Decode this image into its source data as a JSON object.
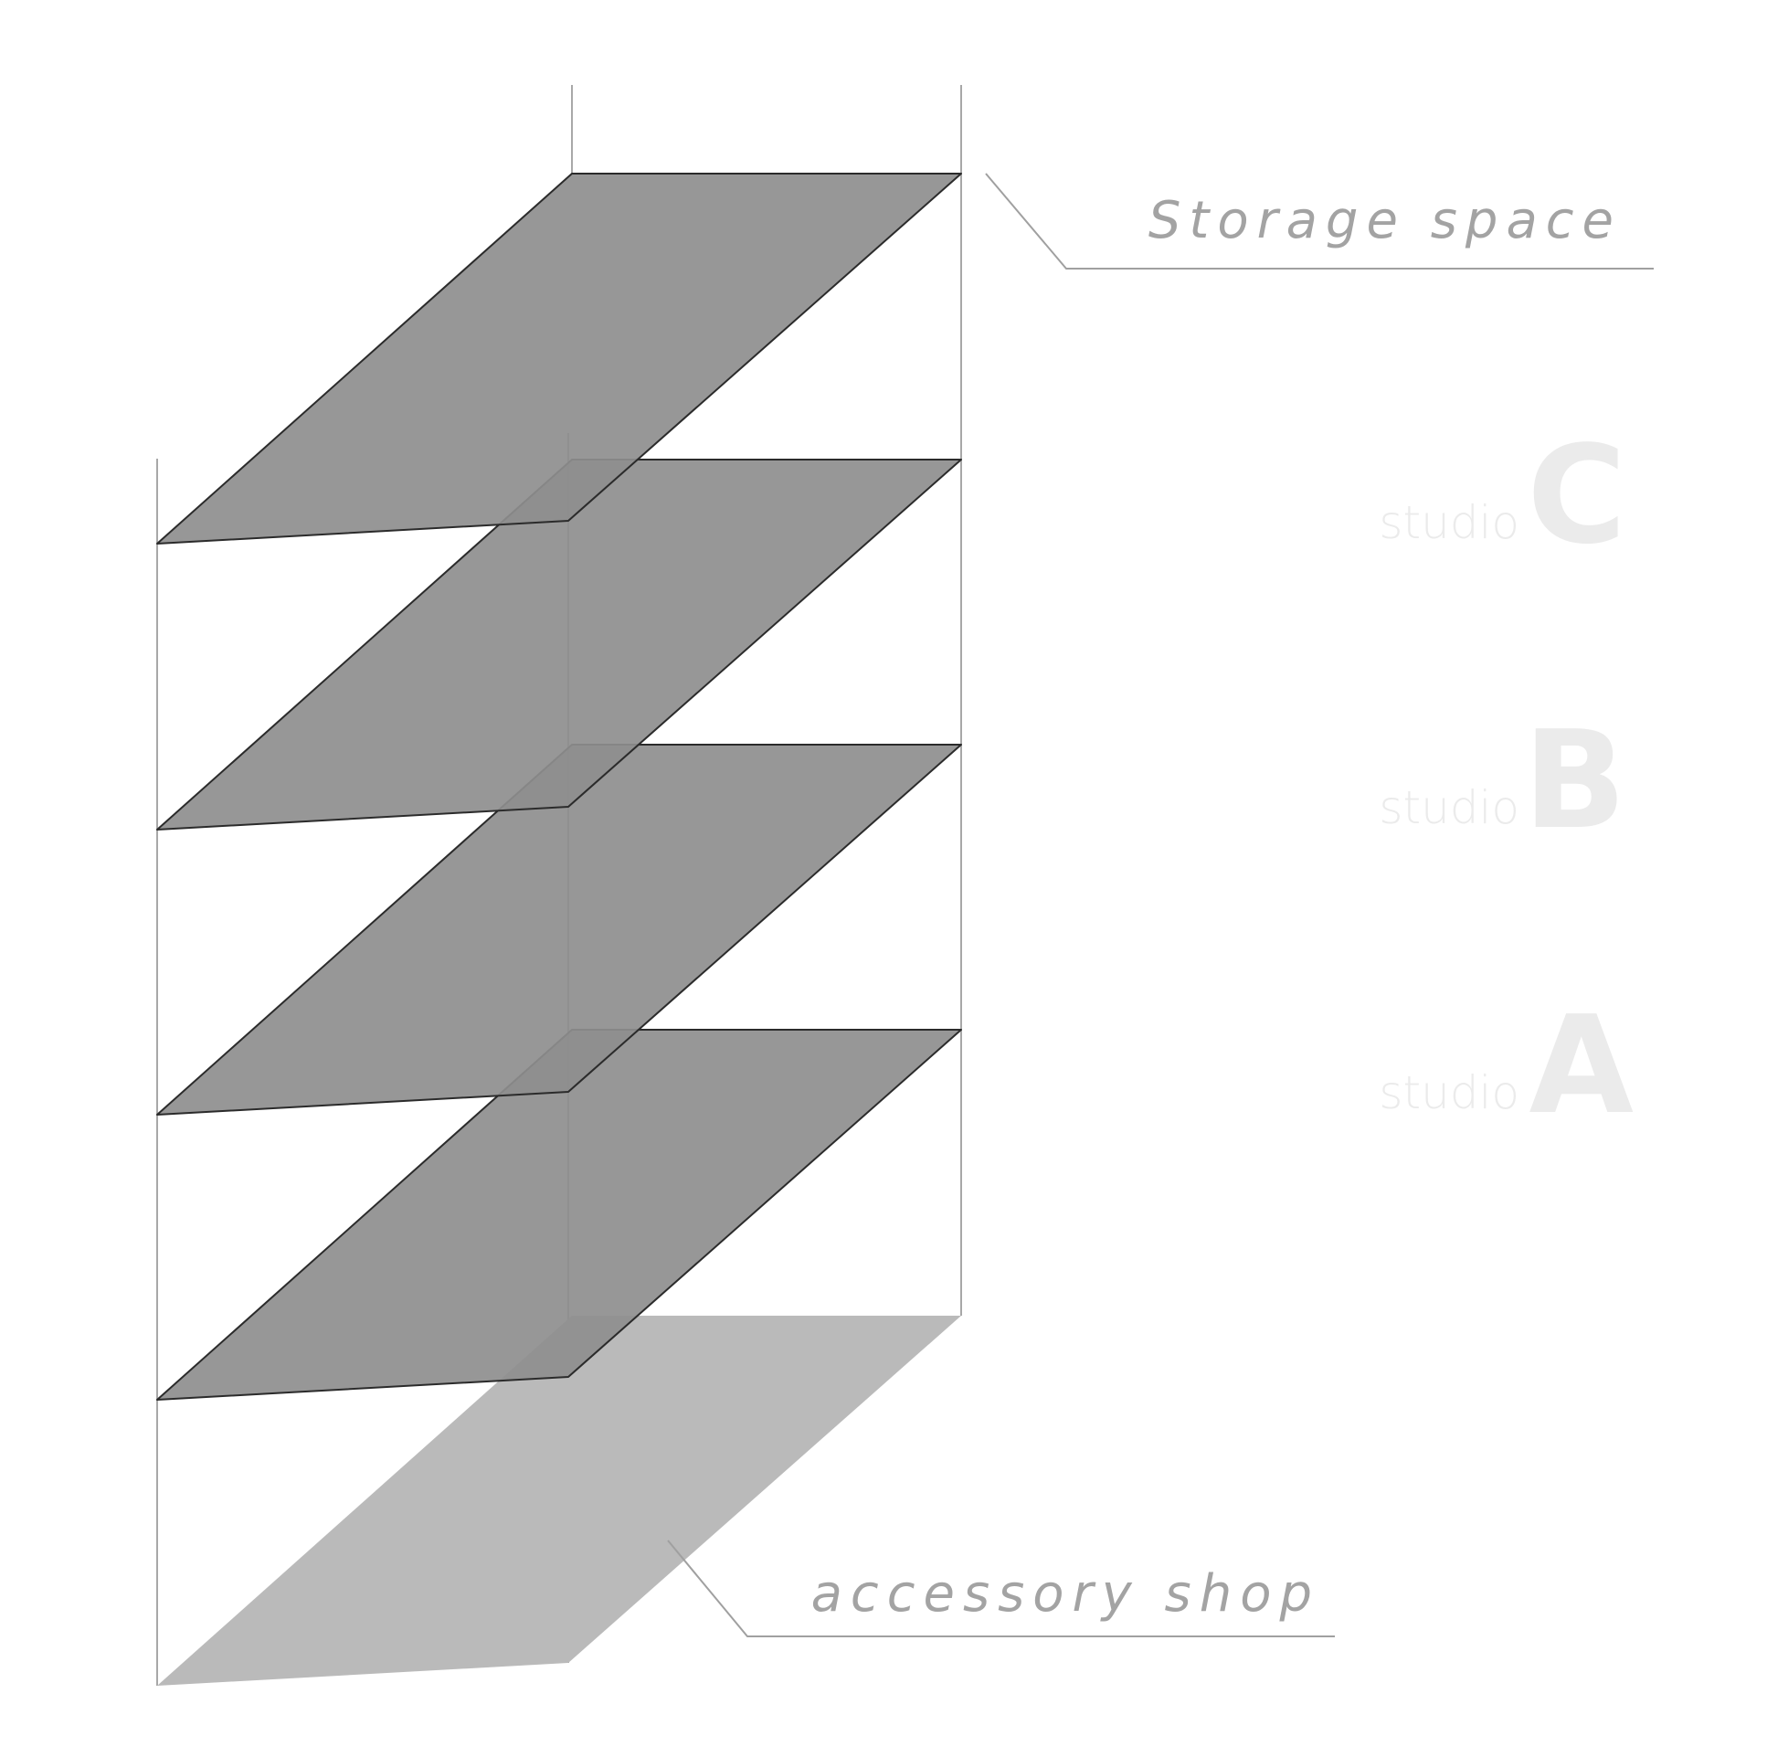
{
  "labels": {
    "storage": "Storage space",
    "shop": "accessory shop",
    "studios": [
      {
        "word": "studio",
        "letter": "C"
      },
      {
        "word": "studio",
        "letter": "B"
      },
      {
        "word": "studio",
        "letter": "A"
      }
    ]
  },
  "colors": {
    "floor_slab": "#8e8e8e",
    "ground_slab": "#bababa",
    "slab_edge": "#2b2b2b",
    "structure_line": "#a8a8a8",
    "callout_line": "#a0a0a0",
    "callout_text": "#a3a3a3",
    "studio_text": "#ebebeb"
  }
}
